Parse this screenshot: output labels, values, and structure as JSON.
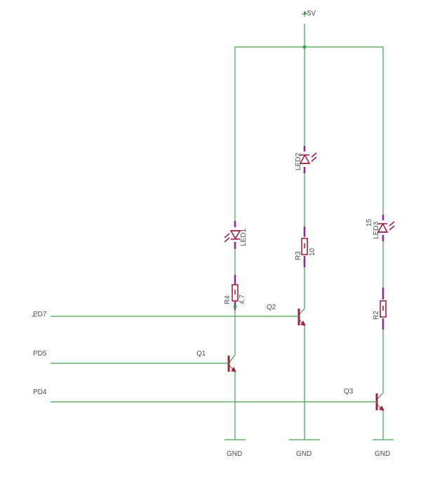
{
  "supply": {
    "label": "+5V"
  },
  "nets": {
    "pd7": "PD7",
    "pd5": "PD5",
    "pd4": "PD4"
  },
  "grounds": [
    "GND",
    "GND",
    "GND"
  ],
  "components": {
    "led1": {
      "name": "LED1"
    },
    "led2": {
      "name": "LED2"
    },
    "led3": {
      "name": "LED3",
      "value": "15"
    },
    "r2": {
      "name": "R2"
    },
    "r3": {
      "name": "R3",
      "value": "10"
    },
    "r4": {
      "name": "R4",
      "value": "4.7"
    },
    "q1": {
      "name": "Q1"
    },
    "q2": {
      "name": "Q2"
    },
    "q3": {
      "name": "Q3"
    }
  },
  "colors": {
    "wire": "#3fa34d",
    "part": "#a3203f",
    "pin": "#8a2a9c",
    "label": "#4a4a4a"
  }
}
